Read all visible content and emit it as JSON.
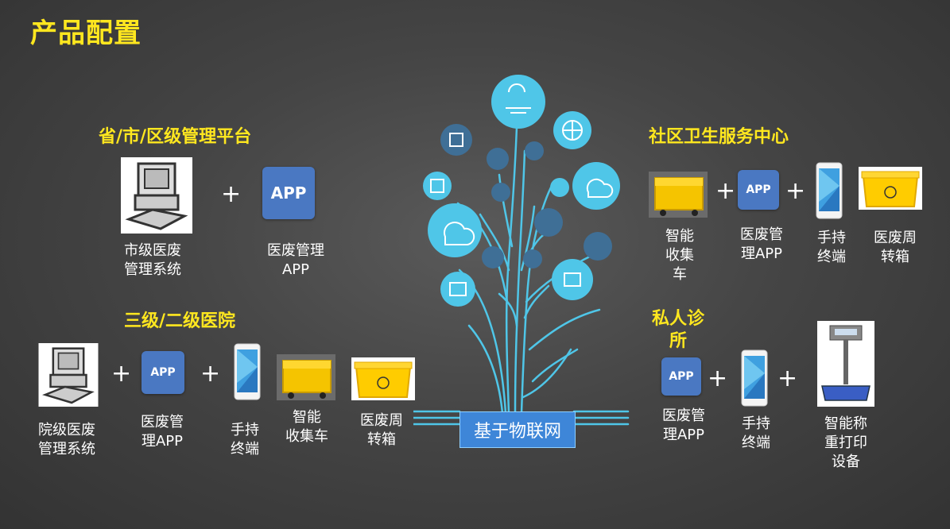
{
  "page_title": "产品配置",
  "iot_label": "基于物联网",
  "icons": {
    "computer": "desktop-computer-icon",
    "phone": "handheld-terminal-icon",
    "cart": "smart-collection-cart-icon",
    "box": "medical-waste-box-icon",
    "scale": "weighing-printer-icon",
    "cloud": "cloud-icon",
    "globe": "globe-icon"
  },
  "colors": {
    "accent_yellow": "#ffe71f",
    "app_blue": "#4a78c2",
    "tree_cyan": "#4fc6e8"
  },
  "sections": {
    "provincial": {
      "title": "省/市/区级管理平台",
      "items": [
        {
          "label_line1": "市级医废",
          "label_line2": "管理系统"
        },
        {
          "tile": "APP",
          "label_line1": "医废管理",
          "label_line2": "APP"
        }
      ],
      "plus": "+"
    },
    "hospital": {
      "title": "三级/二级医院",
      "items": [
        {
          "label_line1": "院级医废",
          "label_line2": "管理系统"
        },
        {
          "tile": "APP",
          "label_line1": "医废管",
          "label_line2": "理APP"
        },
        {
          "label_line1": "手持",
          "label_line2": "终端"
        },
        {
          "label_line1": "智能",
          "label_line2": "收集车"
        },
        {
          "label_line1": "医废周",
          "label_line2": "转箱"
        }
      ],
      "plus": "+"
    },
    "community": {
      "title": "社区卫生服务中心",
      "items": [
        {
          "label_line1": "智能",
          "label_line2": "收集",
          "label_line3": "车"
        },
        {
          "tile": "APP",
          "label_line1": "医废管",
          "label_line2": "理APP"
        },
        {
          "label_line1": "手持",
          "label_line2": "终端"
        },
        {
          "label_line1": "医废周",
          "label_line2": "转箱"
        }
      ],
      "plus": "+"
    },
    "clinic": {
      "title_line1": "私人诊",
      "title_line2": "所",
      "items": [
        {
          "tile": "APP",
          "label_line1": "医废管",
          "label_line2": "理APP"
        },
        {
          "label_line1": "手持",
          "label_line2": "终端"
        },
        {
          "label_line1": "智能称",
          "label_line2": "重打印",
          "label_line3": "设备"
        }
      ],
      "plus": "+"
    }
  }
}
